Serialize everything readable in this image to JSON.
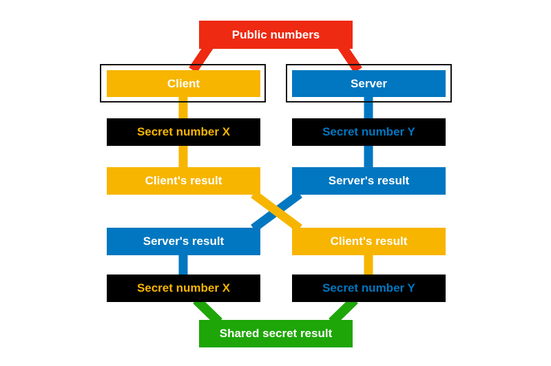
{
  "colors": {
    "public": "#ee2a12",
    "client": "#f7b500",
    "server": "#0077c0",
    "shared": "#1ea608",
    "secret_bg": "#000000"
  },
  "nodes": {
    "public_numbers": "Public numbers",
    "client": "Client",
    "server": "Server",
    "client_secret_top": "Secret number X",
    "server_secret_top": "Secret number Y",
    "client_result_top": "Client's result",
    "server_result_top": "Server's result",
    "server_result_bottom": "Server's result",
    "client_result_bottom": "Client's result",
    "client_secret_bottom": "Secret number X",
    "server_secret_bottom": "Secret number Y",
    "shared_secret": "Shared secret result"
  }
}
